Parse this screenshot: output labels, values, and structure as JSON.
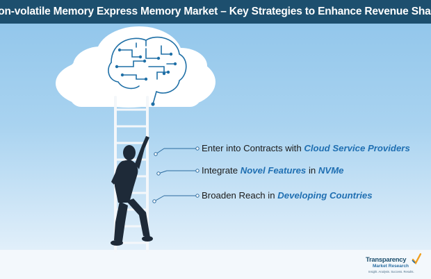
{
  "title": "Non-volatile Memory Express Memory Market – Key Strategies to Enhance Revenue Share",
  "strategies": [
    {
      "prefix": "Enter into Contracts with ",
      "highlight": "Cloud Service Providers",
      "suffix": ""
    },
    {
      "prefix": "Integrate ",
      "highlight": "Novel Features",
      "middle": " in ",
      "highlight2": "NVMe"
    },
    {
      "prefix": "Broaden Reach in ",
      "highlight": "Developing Countries",
      "suffix": ""
    }
  ],
  "logo": {
    "name": "Transparency",
    "line2": "Market Research",
    "tagline": "Insight. Analysis. Success. Results."
  },
  "colors": {
    "title_bar": "#1d4f6e",
    "highlight": "#1f6fb2",
    "sky_top": "#8ec4ea",
    "cloud": "#ffffff",
    "brain": "#1e6fa6"
  }
}
